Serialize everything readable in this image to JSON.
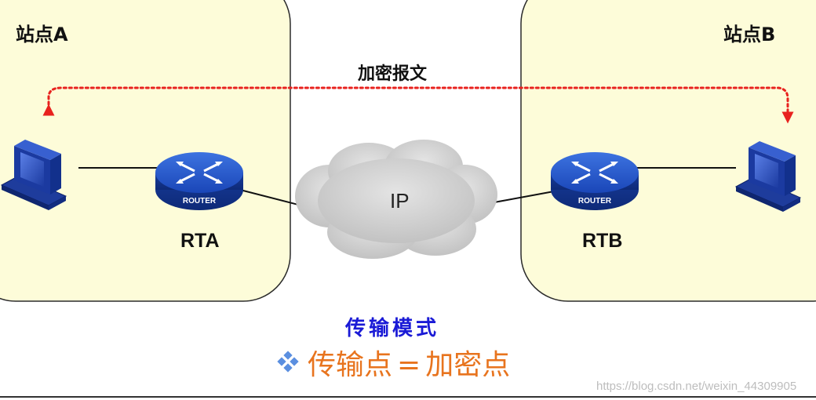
{
  "sites": {
    "a": {
      "label": "站点A"
    },
    "b": {
      "label": "站点B"
    }
  },
  "encrypted_message": "加密报文",
  "routers": {
    "rta": {
      "label": "RTA",
      "badge": "ROUTER"
    },
    "rtb": {
      "label": "RTB",
      "badge": "ROUTER"
    }
  },
  "network": {
    "label": "IP"
  },
  "mode": {
    "title": "传输模式",
    "formula_left": "传输点",
    "formula_op": "=",
    "formula_right": "加密点"
  },
  "watermark": "https://blog.csdn.net/weixin_44309905",
  "colors": {
    "site_fill": "#fdfcd9",
    "site_border": "#2b2b2b",
    "arrow": "#e8221e",
    "router_body": "#1a46b8",
    "cloud": "#cfcfcf",
    "mode_title": "#1a1ad6",
    "formula": "#e8741e"
  }
}
